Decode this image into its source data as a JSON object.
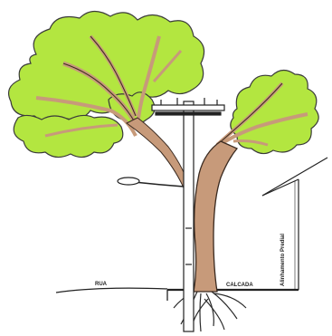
{
  "labels": {
    "street": "RUA",
    "sidewalk": "CALCADA",
    "building_setback": "Alinhamento Predial"
  },
  "colors": {
    "foliage": "#b3e640",
    "foliage_outline": "#3a3a3a",
    "trunk": "#c79a7a",
    "trunk_outline": "#3a2a20",
    "pole": "#ffffff",
    "line": "#222222"
  }
}
